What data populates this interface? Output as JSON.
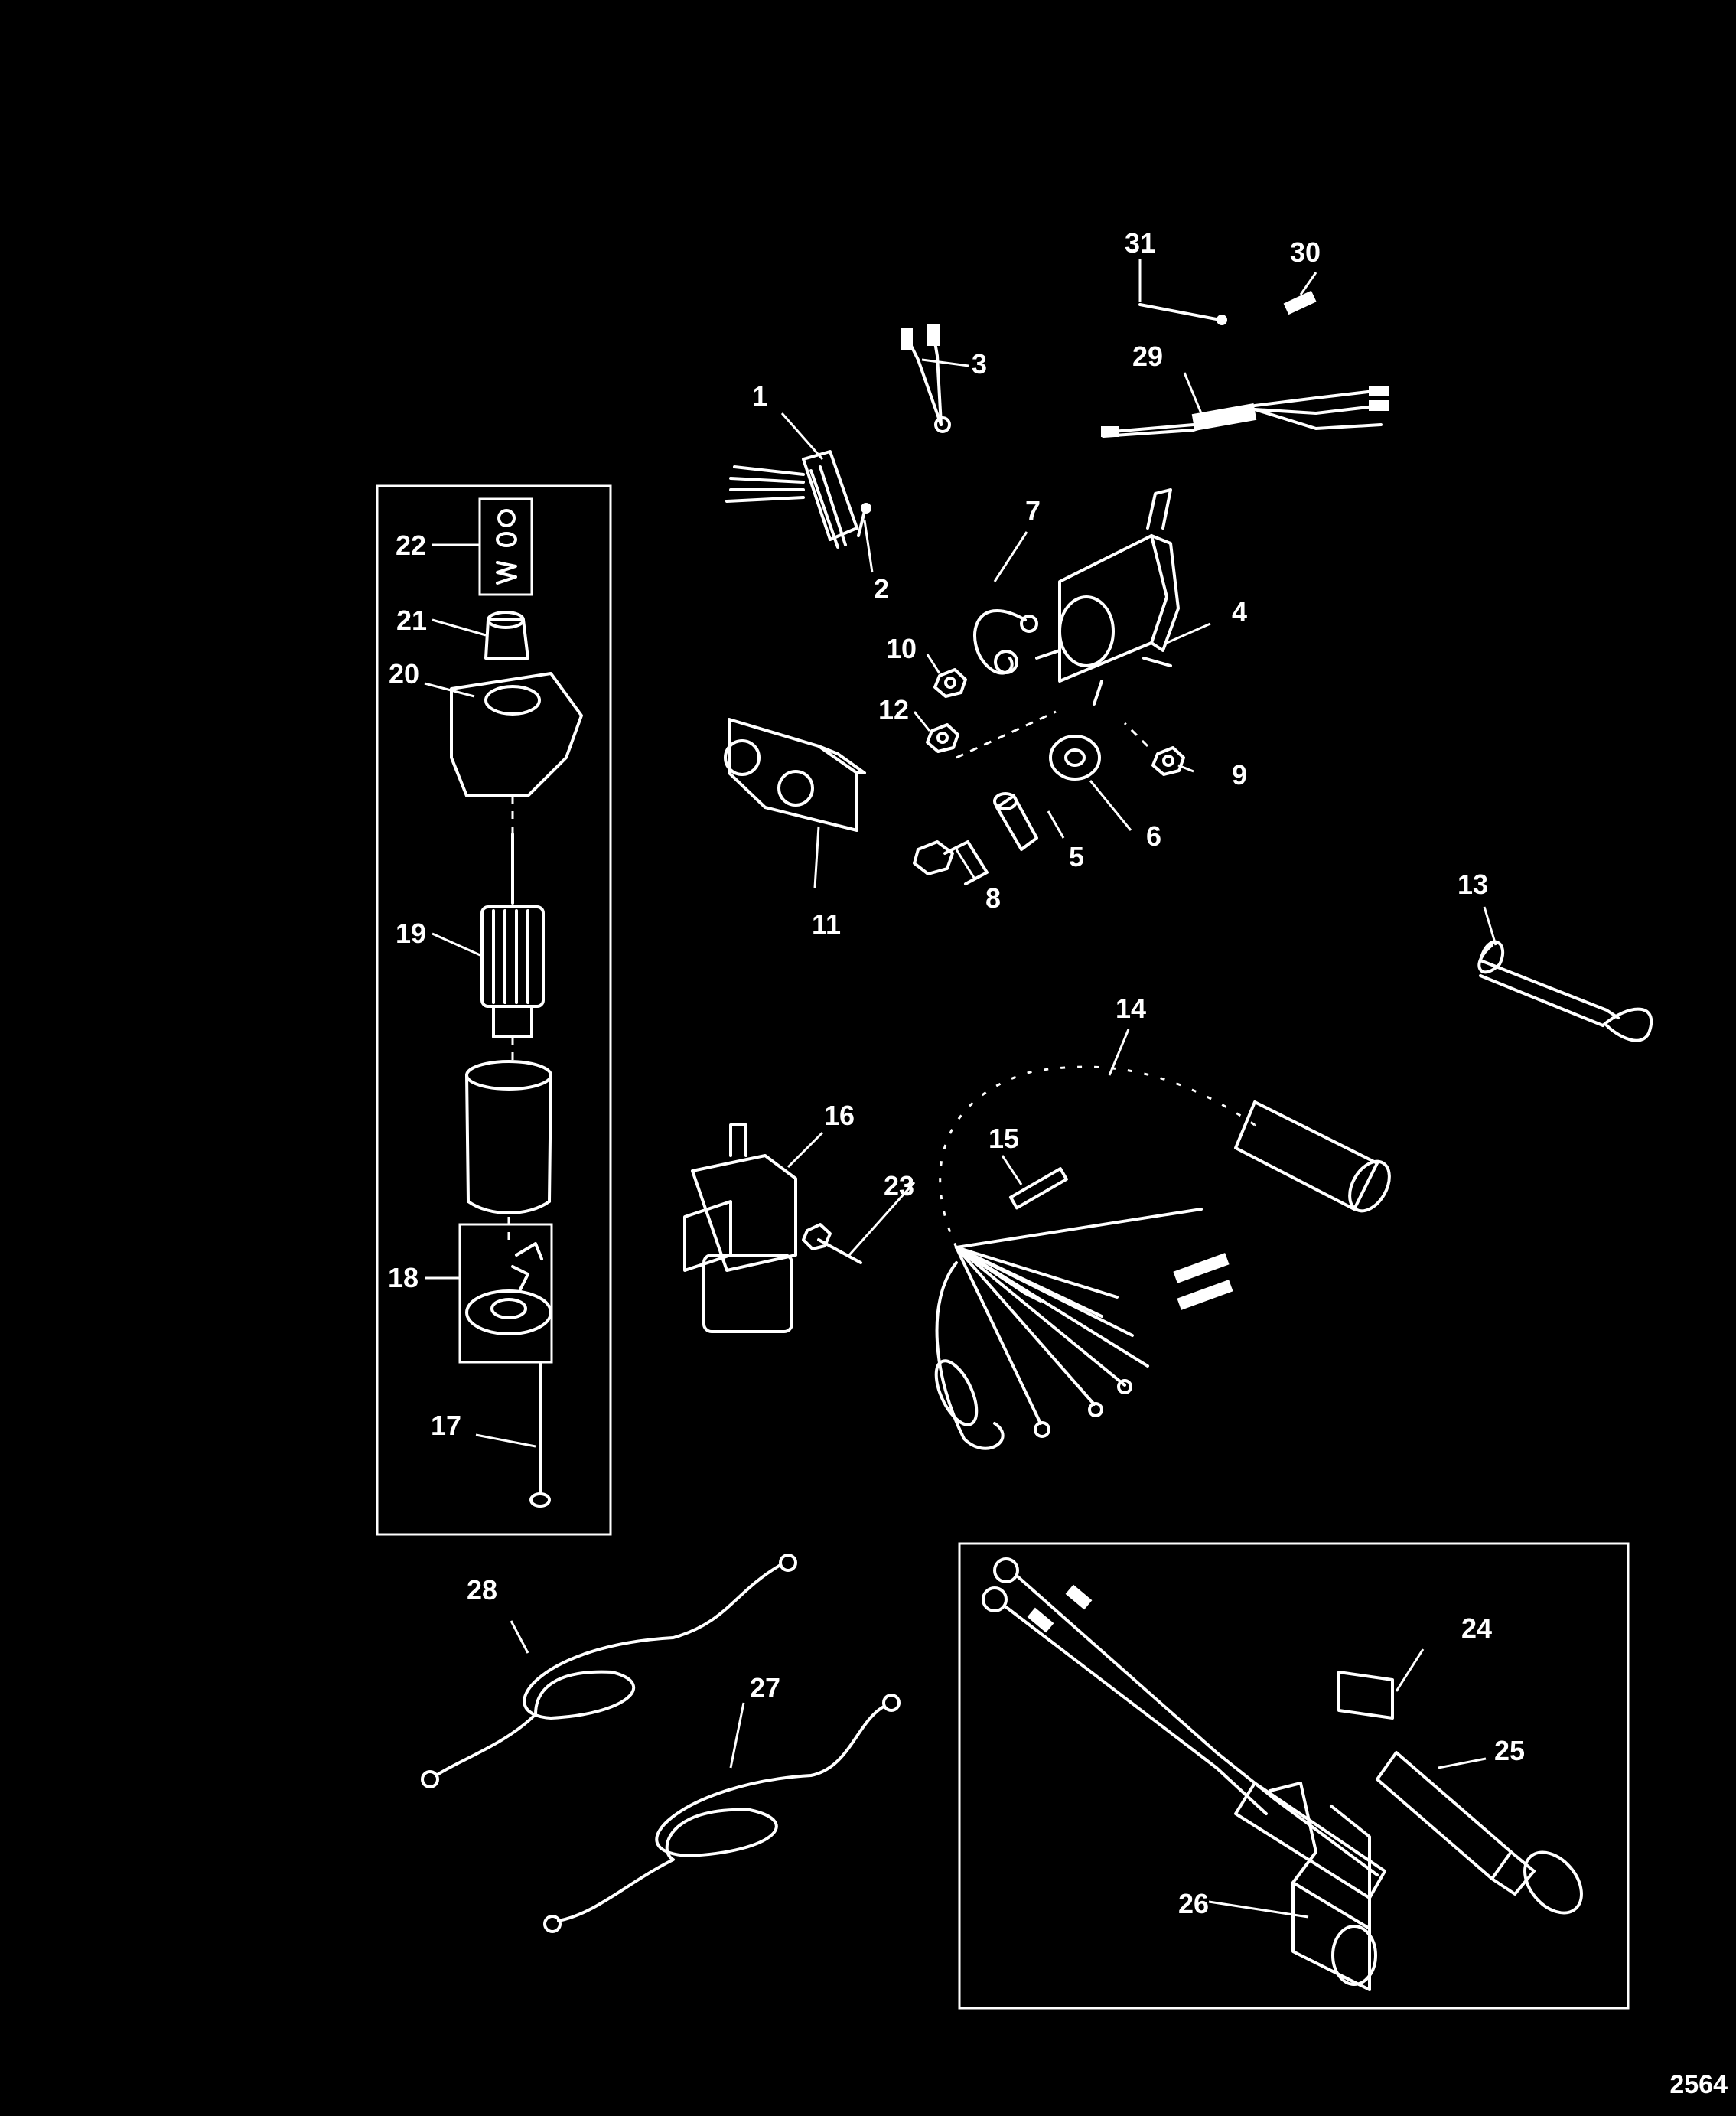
{
  "colors": {
    "background": "#000000",
    "ink": "#ffffff"
  },
  "figure_id": "2564",
  "callouts": [
    "1",
    "2",
    "3",
    "4",
    "5",
    "6",
    "7",
    "8",
    "9",
    "10",
    "11",
    "12",
    "13",
    "14",
    "15",
    "16",
    "17",
    "18",
    "19",
    "20",
    "21",
    "22",
    "23",
    "24",
    "25",
    "26",
    "27",
    "28",
    "29",
    "30",
    "31"
  ]
}
